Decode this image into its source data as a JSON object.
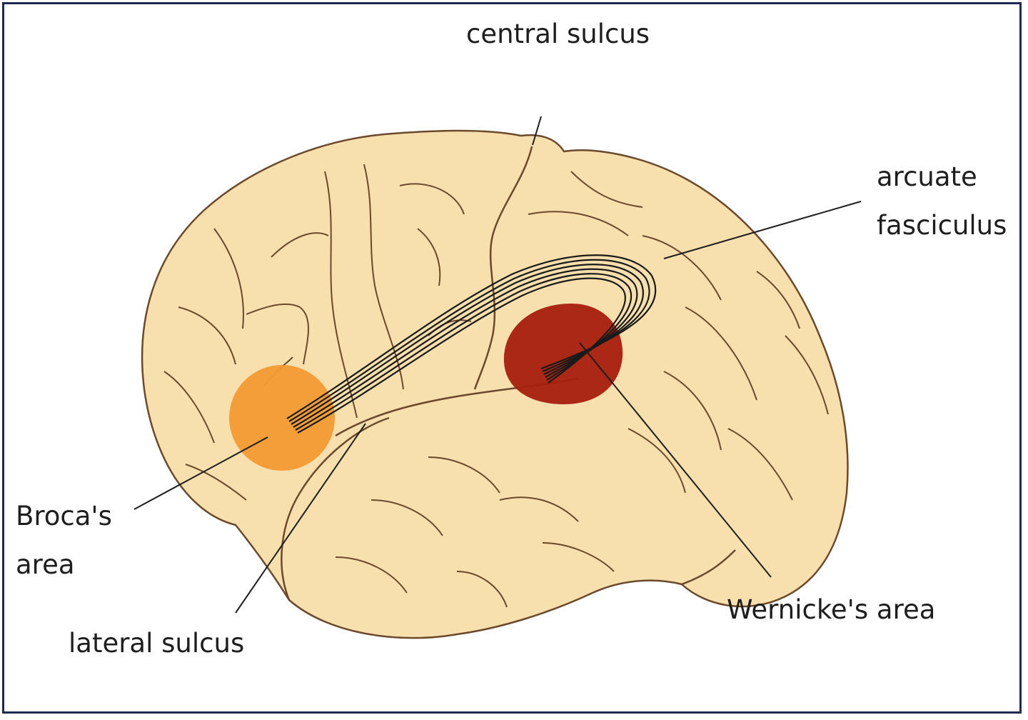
{
  "labels": {
    "central_sulcus": "central sulcus",
    "arcuate_fasciculus": [
      "arcuate",
      "fasciculus"
    ],
    "brocas_area": [
      "Broca's",
      "area"
    ],
    "lateral_sulcus": "lateral sulcus",
    "wernickes_area": "Wernicke's area"
  },
  "colors": {
    "brain_fill": "#f8dfae",
    "sulci": "#6b4a2c",
    "brocas_area": "#f39a33",
    "wernickes_area": "#a81d0e",
    "fasciculus": "#1a1a1a",
    "frame": "#1f2a52"
  }
}
